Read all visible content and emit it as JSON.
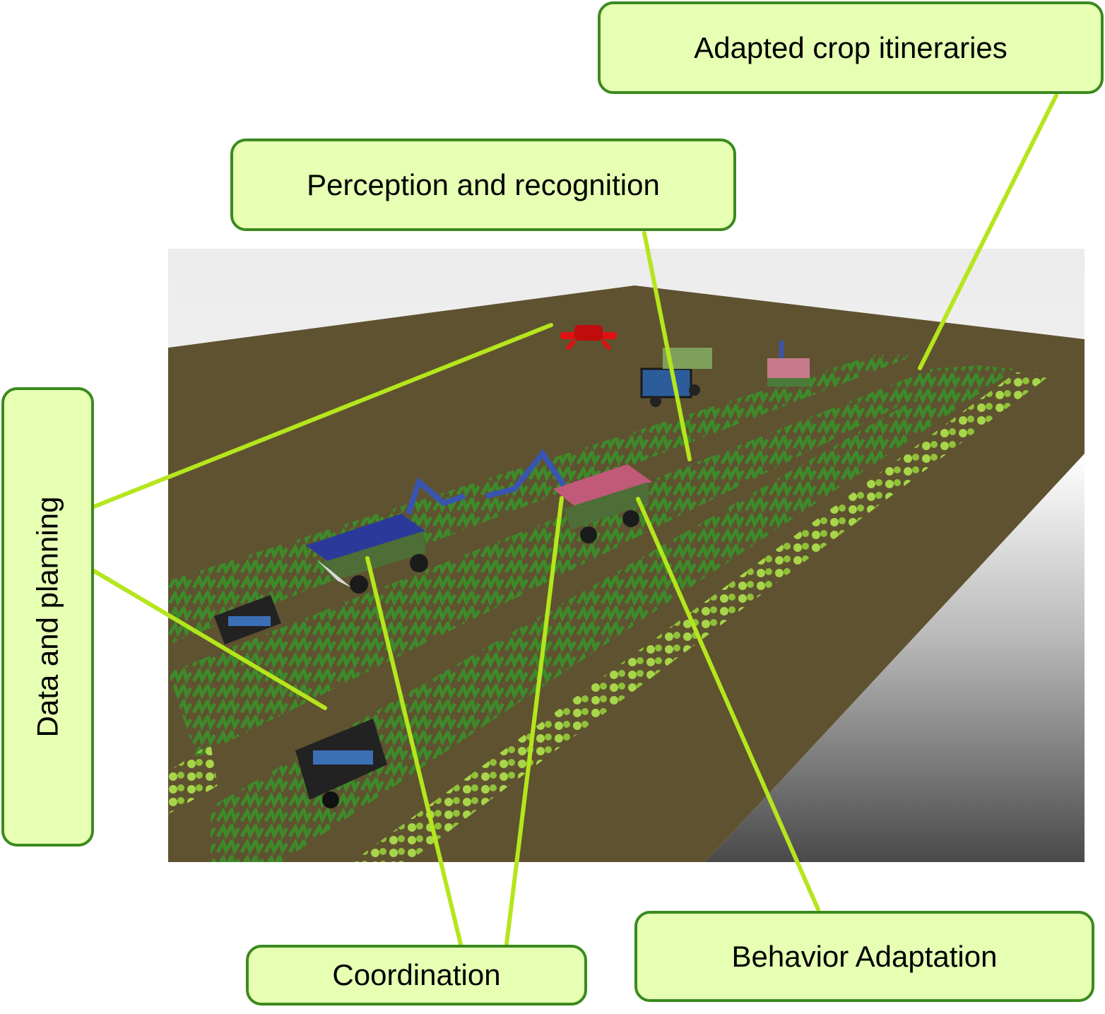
{
  "labels": {
    "adapted_crop_itineraries": "Adapted crop itineraries",
    "perception_and_recognition": "Perception and recognition",
    "data_and_planning": "Data and planning",
    "coordination": "Coordination",
    "behavior_adaptation": "Behavior Adaptation"
  },
  "colors": {
    "box_fill": "#e6ffb3",
    "box_border": "#3a8a1e",
    "connector": "#b5e61d",
    "ground": "#5f5230",
    "crop_dark": "#3d8a2a",
    "crop_light": "#a8d64a",
    "drone": "#e01010",
    "robot_blue": "#2b3a9a",
    "robot_pink": "#c05a78"
  }
}
